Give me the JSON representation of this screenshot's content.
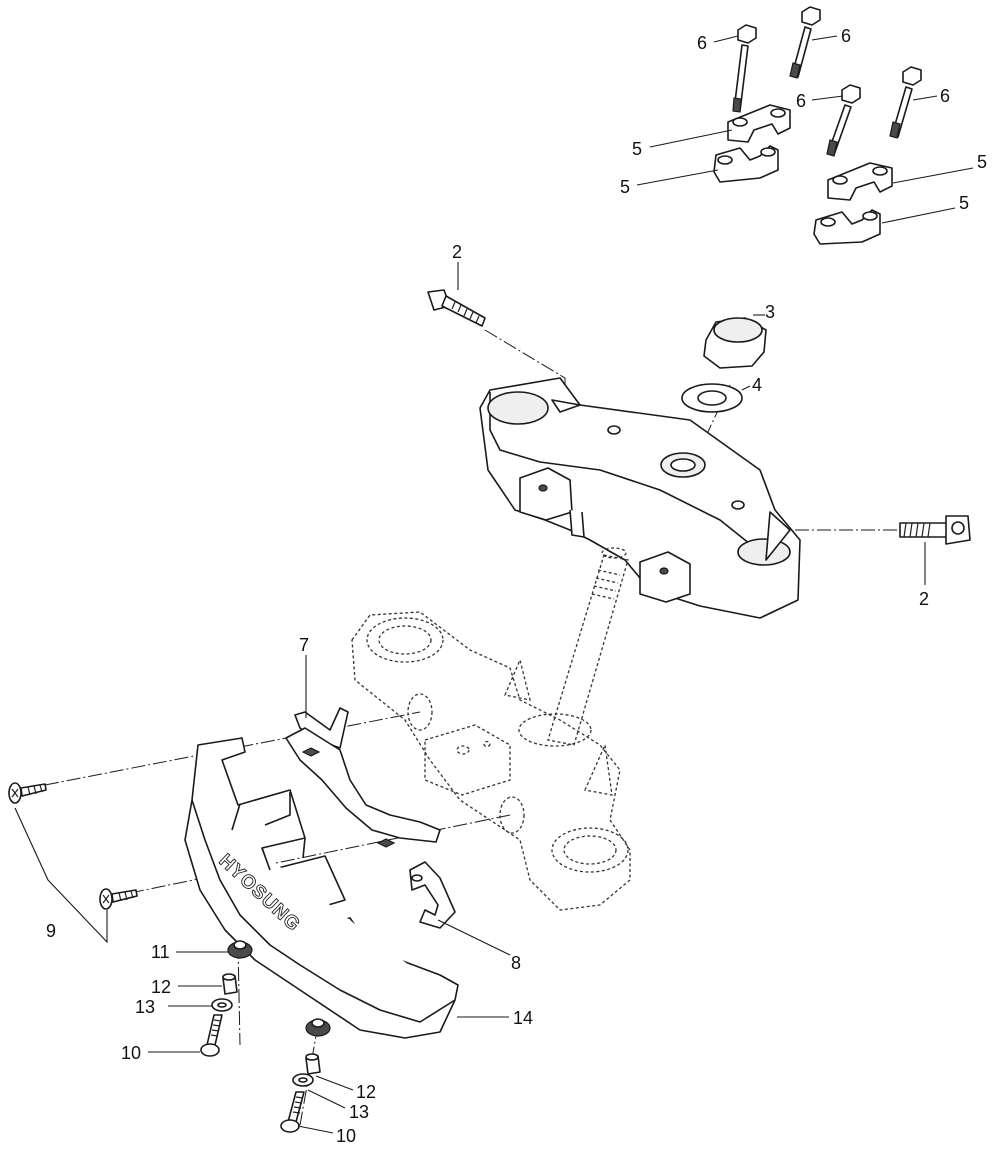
{
  "brand_text": "HYOSUNG",
  "callouts": {
    "c2a": "2",
    "c2b": "2",
    "c3": "3",
    "c4": "4",
    "c5a": "5",
    "c5b": "5",
    "c5c": "5",
    "c5d": "5",
    "c6a": "6",
    "c6b": "6",
    "c6c": "6",
    "c6d": "6",
    "c7": "7",
    "c8": "8",
    "c9": "9",
    "c10a": "10",
    "c10b": "10",
    "c11": "11",
    "c12a": "12",
    "c12b": "12",
    "c13a": "13",
    "c13b": "13",
    "c14": "14"
  }
}
